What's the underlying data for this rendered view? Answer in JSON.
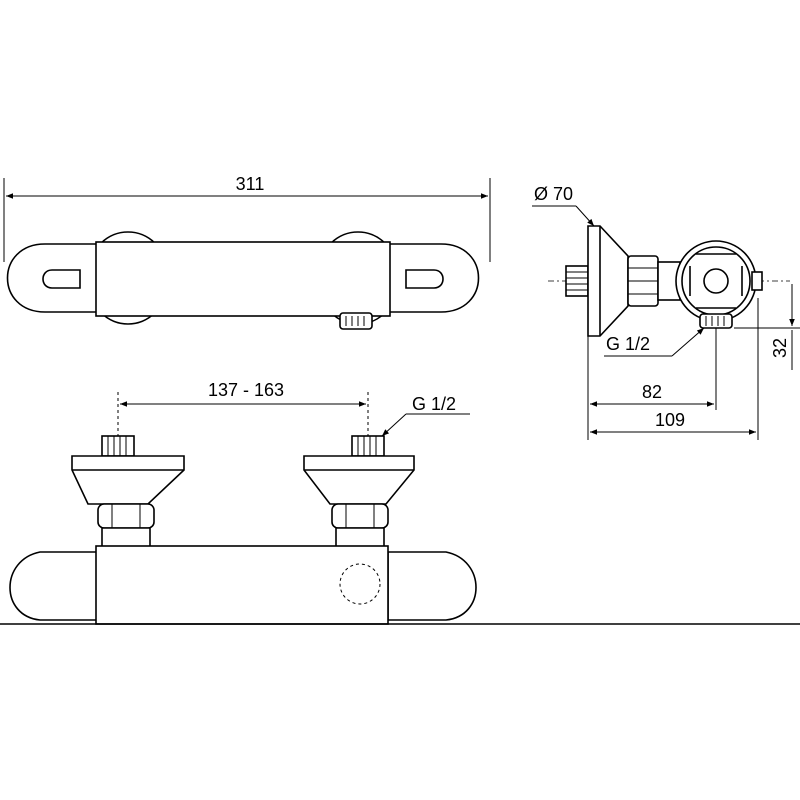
{
  "top_view": {
    "width_label": "311"
  },
  "front_view": {
    "spacing_label": "137 - 163",
    "thread_label": "G 1/2"
  },
  "side_view": {
    "diameter_label": "Ø 70",
    "thread_label": "G 1/2",
    "height_label": "32",
    "depth_label_1": "82",
    "depth_label_2": "109"
  },
  "colors": {
    "line": "#000000",
    "background": "#ffffff"
  }
}
